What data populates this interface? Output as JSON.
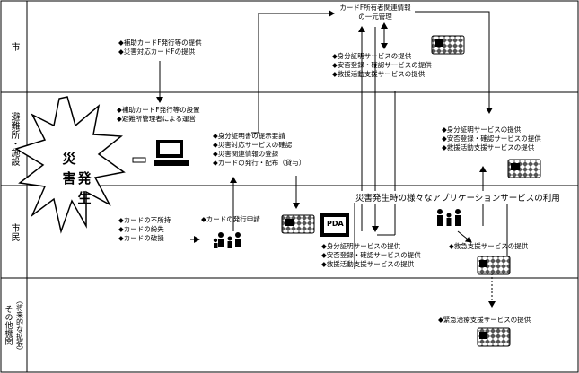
{
  "lanes": [
    {
      "label": "市"
    },
    {
      "label": "避難所・施設"
    },
    {
      "label": "市民"
    },
    {
      "label": "その他機関"
    }
  ],
  "future_note": "（将来的な拡張）",
  "center_box": {
    "line1": "カードF所有者関連情報",
    "line2": "の一元管理"
  },
  "city_tasks": [
    "◆補助カードF発行等の提供",
    "◆災害対応カードFの提供"
  ],
  "city_services": [
    "◆身分証明サービスの提供",
    "◆安否登録・確認サービスの提供",
    "◆救援活動支援サービスの提供"
  ],
  "shelter_tasks": [
    "◆補助カードF発行等の設置",
    "◆避難所管理者による運営"
  ],
  "shelter_process": [
    "◆身分証明書の提示要請",
    "◆災害対応サービスの確認",
    "◆災害関連情報の登録",
    "◆カードの発行・配布（貸与）"
  ],
  "shelter_services": [
    "◆身分証明サービスの提供",
    "◆安否登録・確認サービスの提供",
    "◆救援活動支援サービスの提供"
  ],
  "burst": {
    "chars": [
      "災",
      "害",
      "発",
      "生"
    ]
  },
  "citizen_conditions": [
    "◆カードの不所持",
    "◆カードの紛失",
    "◆カードの破損"
  ],
  "citizen_request": "◆カードの発行申請",
  "app_note": "災害発生時の様々なアプリケーションサービスの利用",
  "pda_label": "PDA",
  "citizen_services": [
    "◆身分証明サービスの提供",
    "◆安否登録・確認サービスの提供",
    "◆救援活動支援サービスの提供"
  ],
  "relief_service": "◆救急支援サービスの提供",
  "medical_service": "◆緊急治療支援サービスの提供"
}
